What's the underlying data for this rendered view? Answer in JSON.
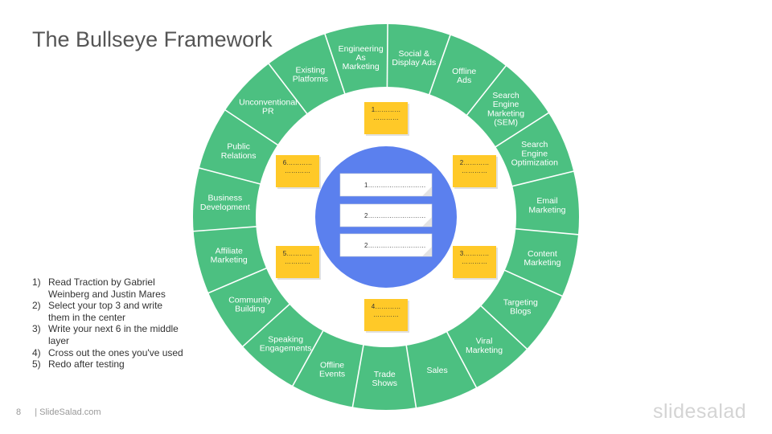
{
  "title": "The Bullseye Framework",
  "colors": {
    "outer_ring": "#4cc081",
    "inner_ring": "#ffffff",
    "center": "#5b80ee",
    "sticky_note": "#ffc928",
    "divider": "#ffffff"
  },
  "channels": [
    [
      "Social &",
      "Display Ads"
    ],
    [
      "Offline",
      "Ads"
    ],
    [
      "Search",
      "Engine",
      "Marketing",
      "(SEM)"
    ],
    [
      "Search",
      "Engine",
      "Optimization"
    ],
    [
      "Email",
      "Marketing"
    ],
    [
      "Content",
      "Marketing"
    ],
    [
      "Targeting",
      "Blogs"
    ],
    [
      "Viral",
      "Marketing"
    ],
    [
      "Sales"
    ],
    [
      "Trade",
      "Shows"
    ],
    [
      "Offline",
      "Events"
    ],
    [
      "Speaking",
      "Engagements"
    ],
    [
      "Community",
      "Building"
    ],
    [
      "Affiliate",
      "Marketing"
    ],
    [
      "Business",
      "Development"
    ],
    [
      "Public",
      "Relations"
    ],
    [
      "Unconventional",
      "PR"
    ],
    [
      "Existing",
      "Platforms"
    ],
    [
      "Engineering",
      "As",
      "Marketing"
    ]
  ],
  "middle_notes": [
    [
      "1…………",
      "…………"
    ],
    [
      "2…………",
      "…………"
    ],
    [
      "3…………",
      "…………"
    ],
    [
      "4…………",
      "…………"
    ],
    [
      "5…………",
      "…………"
    ],
    [
      "6…………",
      "…………"
    ]
  ],
  "center_cards": [
    "1………………………",
    "2………………………",
    "2………………………"
  ],
  "steps": [
    {
      "num": "1)",
      "text": "Read Traction by Gabriel Weinberg and Justin Mares"
    },
    {
      "num": "2)",
      "text": "Select  your top 3 and write them in the center"
    },
    {
      "num": "3)",
      "text": "Write your next 6 in the middle layer"
    },
    {
      "num": "4)",
      "text": "Cross out the ones you've used"
    },
    {
      "num": "5)",
      "text": "Redo after testing"
    }
  ],
  "footer": {
    "page": "8",
    "source": "| SlideSalad.com"
  },
  "brand": "slidesalad"
}
